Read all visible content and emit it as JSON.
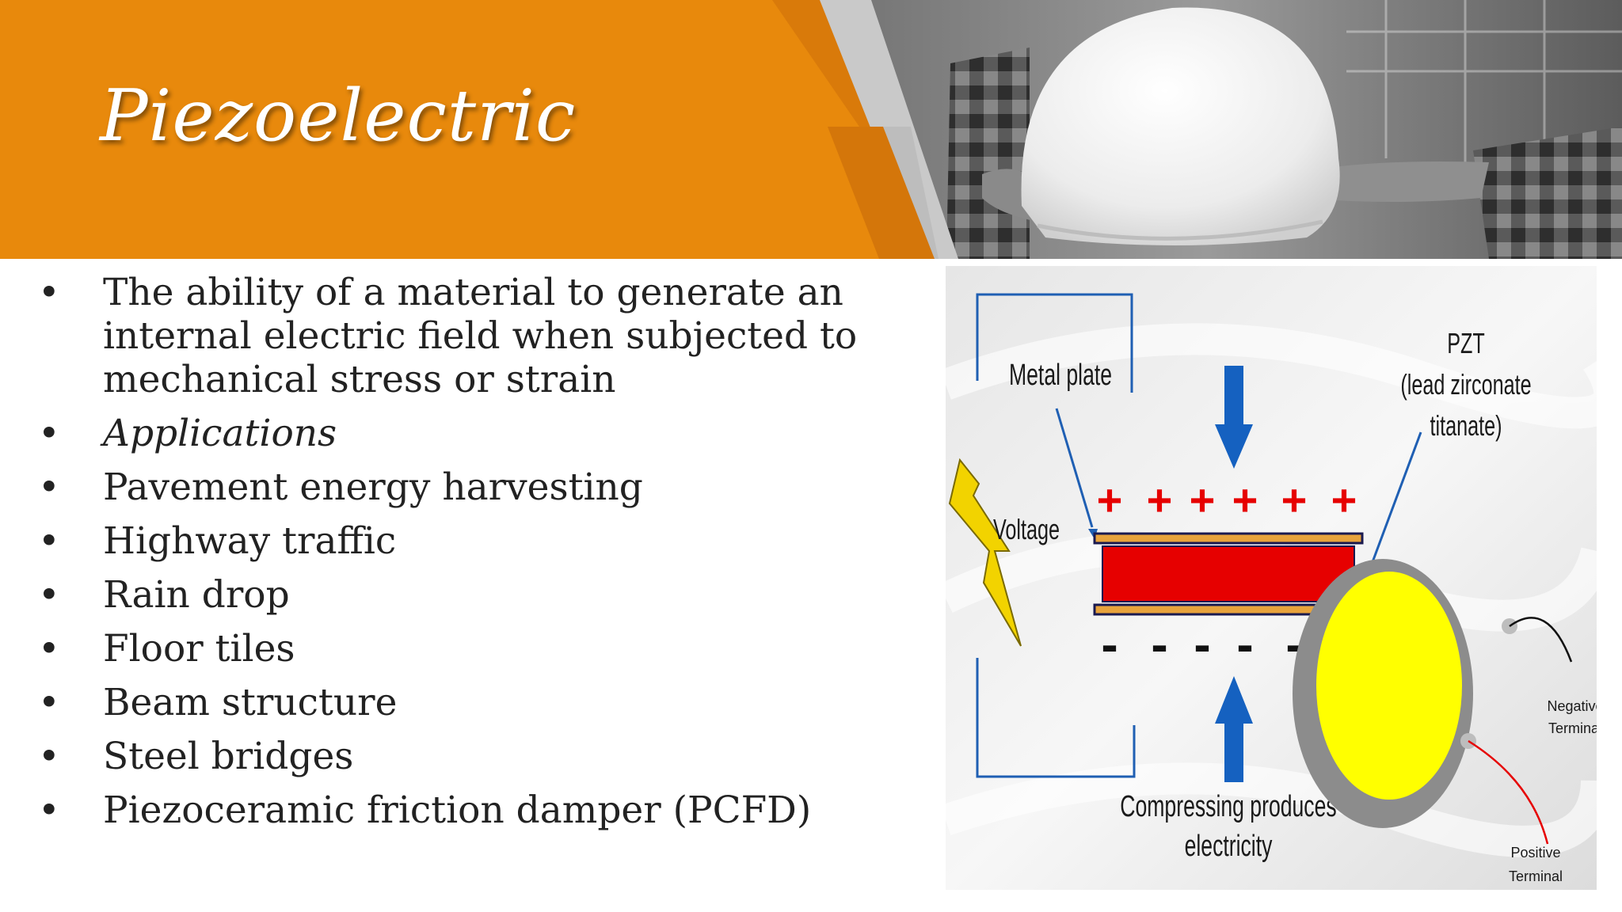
{
  "slide": {
    "title": "Piezoelectric",
    "colors": {
      "orange": "#E8890C",
      "dark_orange": "#D9780A",
      "gray": "#BFBFBF"
    }
  },
  "bullets": [
    {
      "text": "The ability of a material to generate an internal electric field when subjected to mechanical stress or strain",
      "italic": false
    },
    {
      "text": "Applications",
      "italic": true
    },
    {
      "text": "Pavement energy harvesting",
      "italic": false
    },
    {
      "text": "Highway traffic",
      "italic": false
    },
    {
      "text": "Rain drop",
      "italic": false
    },
    {
      "text": "Floor tiles",
      "italic": false
    },
    {
      "text": "Beam structure",
      "italic": false
    },
    {
      "text": "Steel bridges",
      "italic": false
    },
    {
      "text": "Piezoceramic friction damper (PCFD)",
      "italic": false
    }
  ],
  "bullet_glyph": "•",
  "diagram": {
    "metal_plate_label": "Metal plate",
    "pzt_label_line1": "PZT",
    "pzt_label_line2": "(lead zirconate",
    "pzt_label_line3": "titanate)",
    "voltage_label": "Voltage",
    "compress_label_line1": "Compressing produces",
    "compress_label_line2": "electricity",
    "negative_terminal_line1": "Negative",
    "negative_terminal_line2": "Terminal",
    "positive_terminal_line1": "Positive",
    "positive_terminal_line2": "Terminal",
    "plus_sign": "+",
    "minus_sign": "-",
    "colors": {
      "pzt": "#E60000",
      "plate": "#E8A33C",
      "arrow": "#1561C0",
      "bolt": "#F2D300",
      "disc": "#FFFF00",
      "disc_ring": "#8C8C8C"
    }
  }
}
